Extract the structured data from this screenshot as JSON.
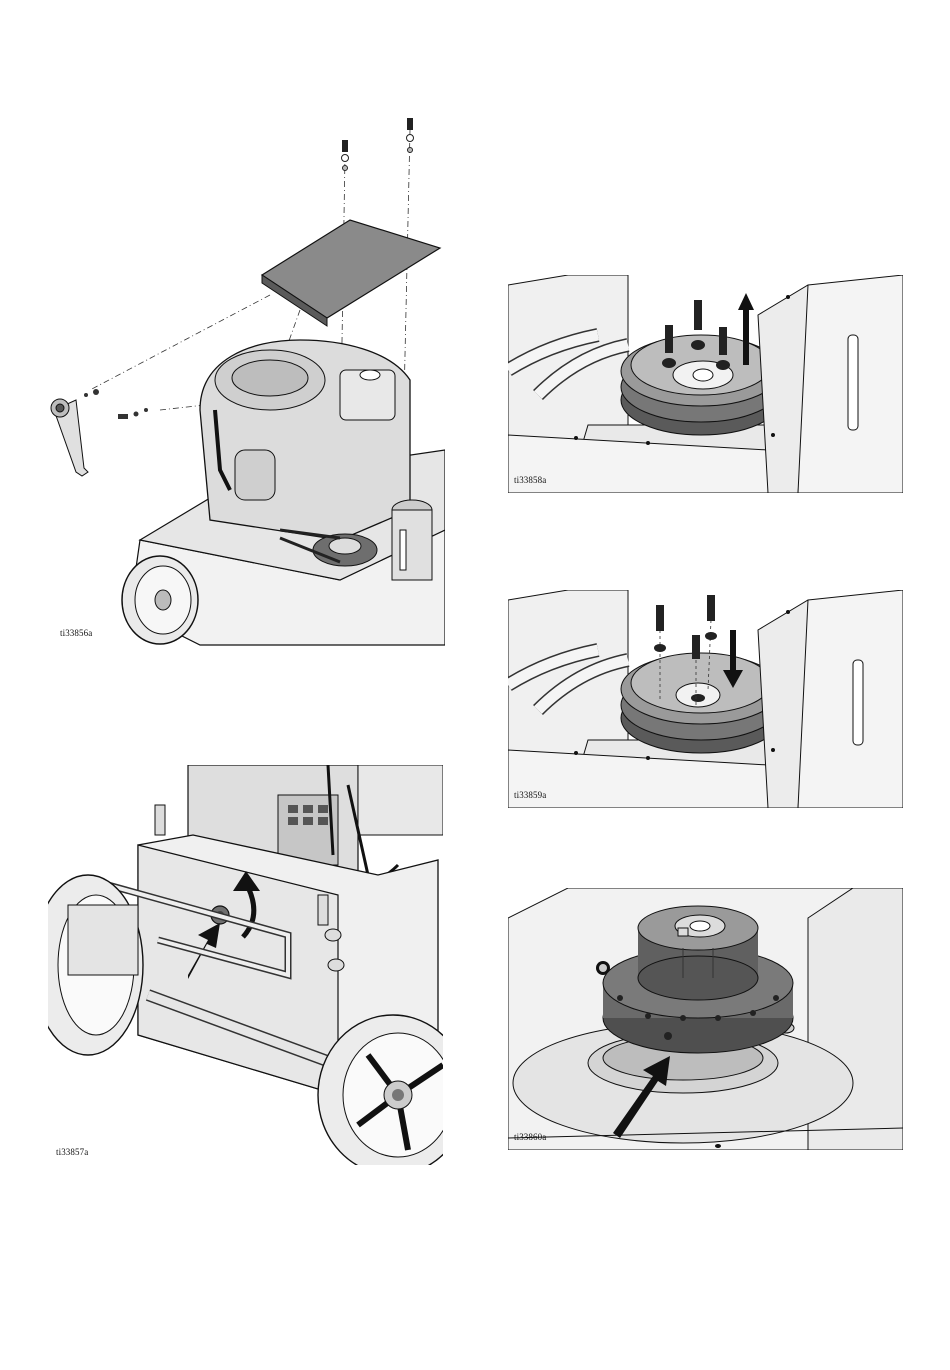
{
  "figures": [
    {
      "id": "fig1",
      "label": "ti33856a"
    },
    {
      "id": "fig2",
      "label": "ti33857a"
    },
    {
      "id": "fig3",
      "label": "ti33858a"
    },
    {
      "id": "fig4",
      "label": "ti33859a"
    },
    {
      "id": "fig5",
      "label": "ti33860a"
    }
  ]
}
